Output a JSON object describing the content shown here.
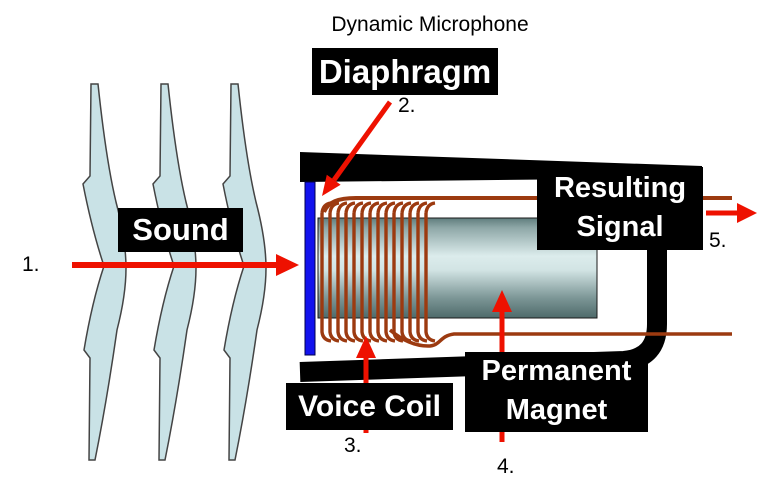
{
  "title": "Dynamic Microphone",
  "labels": {
    "sound": "Sound",
    "diaphragm": "Diaphragm",
    "resulting_signal": {
      "line1": "Resulting",
      "line2": "Signal"
    },
    "voice_coil": "Voice Coil",
    "permanent_magnet": {
      "line1": "Permanent",
      "line2": "Magnet"
    }
  },
  "callout_numbers": {
    "sound": "1.",
    "diaphragm": "2.",
    "voice_coil": "3.",
    "permanent_magnet": "4.",
    "resulting_signal": "5."
  },
  "colors": {
    "label_background": "#000000",
    "label_text": "#ffffff",
    "arrow_red": "#ee1100",
    "wire_copper": "#9c3a10",
    "diaphragm_blue": "#1212ee",
    "sound_wave_fill": "#c9e2e6",
    "magnet_gradient_light": "#dcecec",
    "magnet_gradient_dark": "#4e6a6a",
    "housing_black": "#000000"
  }
}
